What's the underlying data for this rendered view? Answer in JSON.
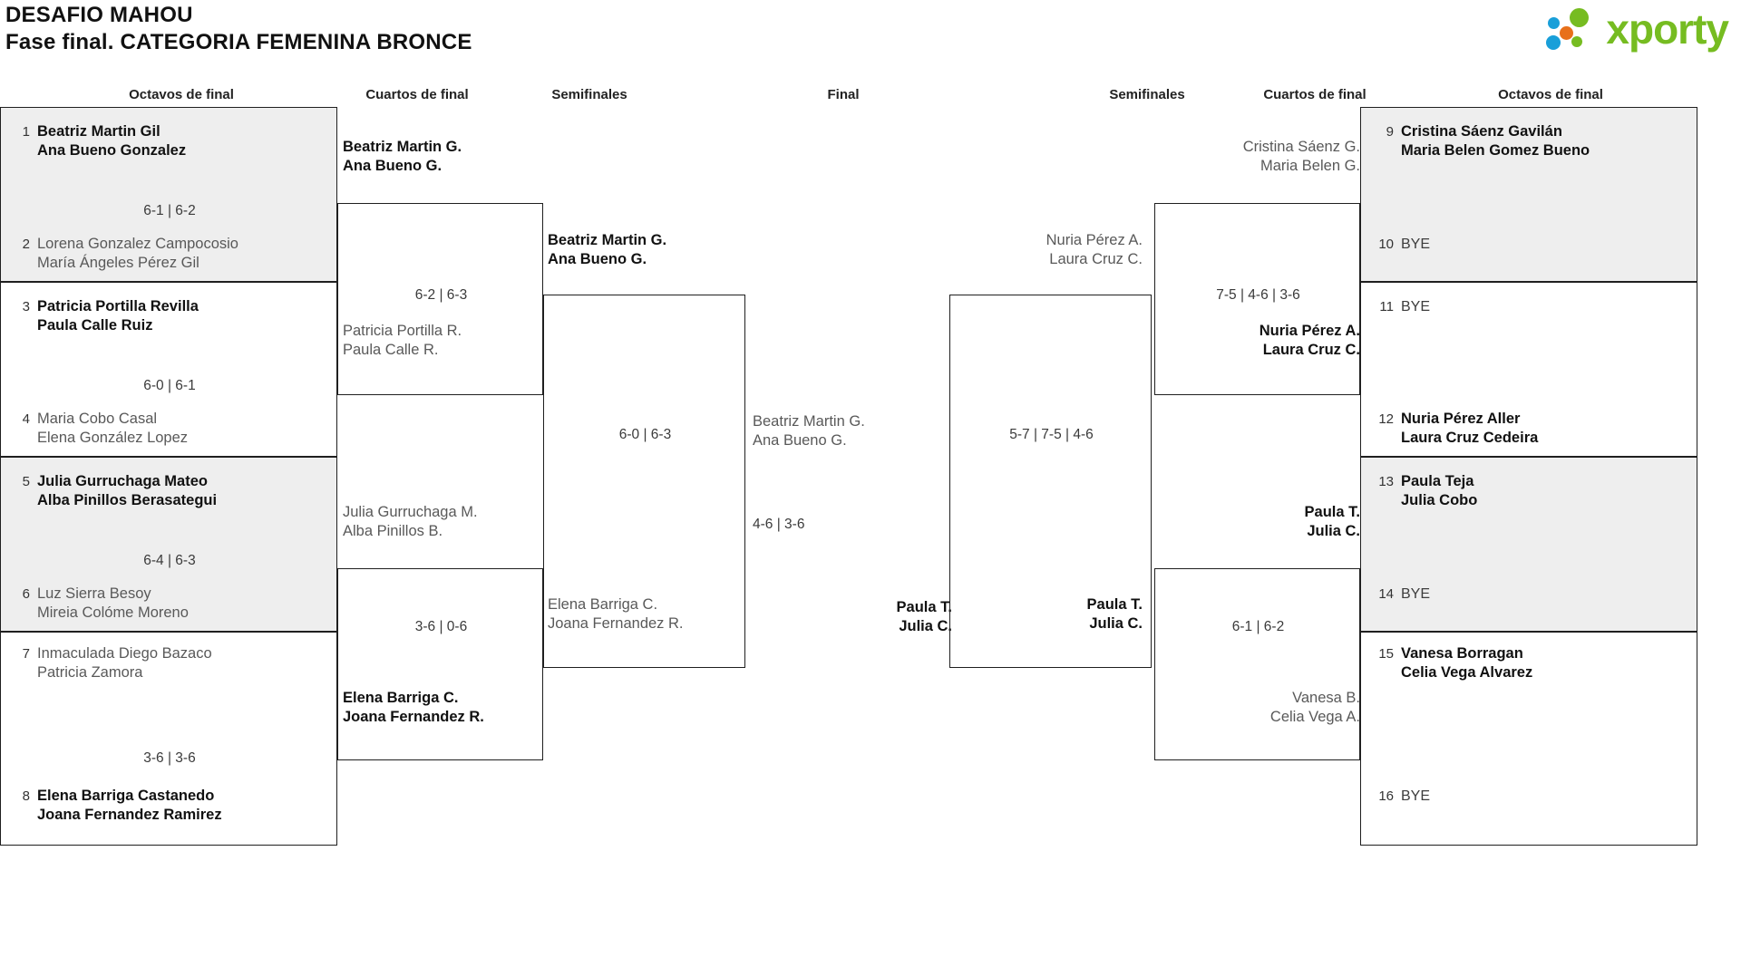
{
  "header": {
    "title_line1": "DESAFIO MAHOU",
    "title_line2": "Fase final. CATEGORIA FEMENINA BRONCE",
    "logo_text": "xporty",
    "logo_colors": {
      "green": "#76bc21",
      "blue": "#199fd9",
      "orange": "#e8701a"
    }
  },
  "round_labels": {
    "left_r16": "Octavos de final",
    "left_qf": "Cuartos de final",
    "left_sf": "Semifinales",
    "final": "Final",
    "right_sf": "Semifinales",
    "right_qf": "Cuartos de final",
    "right_r16": "Octavos de final"
  },
  "left_seeds": [
    {
      "seed": "1",
      "line1": "Beatriz Martin Gil",
      "line2": "Ana Bueno Gonzalez",
      "state": "win",
      "shaded": true
    },
    {
      "seed": "2",
      "line1": "Lorena Gonzalez Campocosio",
      "line2": "María Ángeles Pérez Gil",
      "state": "lose",
      "shaded": true
    },
    {
      "seed": "3",
      "line1": "Patricia Portilla Revilla",
      "line2": "Paula Calle Ruiz",
      "state": "win",
      "shaded": false
    },
    {
      "seed": "4",
      "line1": "Maria Cobo Casal",
      "line2": "Elena González Lopez",
      "state": "lose",
      "shaded": false
    },
    {
      "seed": "5",
      "line1": "Julia Gurruchaga Mateo",
      "line2": "Alba Pinillos Berasategui",
      "state": "win",
      "shaded": true
    },
    {
      "seed": "6",
      "line1": "Luz Sierra Besoy",
      "line2": "Mireia Colóme Moreno",
      "state": "lose",
      "shaded": true
    },
    {
      "seed": "7",
      "line1": "Inmaculada Diego Bazaco",
      "line2": "Patricia Zamora",
      "state": "lose",
      "shaded": false
    },
    {
      "seed": "8",
      "line1": "Elena Barriga Castanedo",
      "line2": "Joana Fernandez Ramirez",
      "state": "win",
      "shaded": false
    }
  ],
  "left_r16_scores": [
    "6-1 | 6-2",
    "6-0 | 6-1",
    "6-4 | 6-3",
    "3-6 | 3-6"
  ],
  "left_qf": [
    {
      "top_line1": "Beatriz Martin G.",
      "top_line2": "Ana Bueno G.",
      "top_state": "win",
      "bottom_line1": "Patricia Portilla R.",
      "bottom_line2": "Paula Calle R.",
      "bottom_state": "lose",
      "score": "6-2 | 6-3"
    },
    {
      "top_line1": "Julia Gurruchaga M.",
      "top_line2": "Alba Pinillos B.",
      "top_state": "lose",
      "bottom_line1": "Elena Barriga C.",
      "bottom_line2": "Joana Fernandez R.",
      "bottom_state": "win",
      "score": "3-6 | 0-6"
    }
  ],
  "left_sf": {
    "top_line1": "Beatriz Martin G.",
    "top_line2": "Ana Bueno G.",
    "top_state": "win",
    "bottom_line1": "Elena Barriga C.",
    "bottom_line2": "Joana Fernandez R.",
    "bottom_state": "lose",
    "score": "6-0 | 6-3"
  },
  "final": {
    "top_line1": "Beatriz Martin G.",
    "top_line2": "Ana Bueno G.",
    "top_state": "lose",
    "bottom_line1": "Paula T.",
    "bottom_line2": "Julia C.",
    "bottom_state": "win",
    "score": "4-6 | 3-6"
  },
  "right_sf": {
    "top_line1": "Nuria Pérez A.",
    "top_line2": "Laura Cruz C.",
    "top_state": "lose",
    "bottom_line1": "Paula T.",
    "bottom_line2": "Julia C.",
    "bottom_state": "win",
    "score": "5-7 | 7-5 | 4-6"
  },
  "right_qf": [
    {
      "top_line1": "Cristina Sáenz G.",
      "top_line2": "Maria Belen G.",
      "top_state": "lose",
      "bottom_line1": "Nuria Pérez A.",
      "bottom_line2": "Laura Cruz C.",
      "bottom_state": "win",
      "score": "7-5 | 4-6 | 3-6"
    },
    {
      "top_line1": "Paula T.",
      "top_line2": "Julia C.",
      "top_state": "win",
      "bottom_line1": "Vanesa B.",
      "bottom_line2": "Celia Vega A.",
      "bottom_state": "lose",
      "score": "6-1 | 6-2"
    }
  ],
  "right_seeds": [
    {
      "seed": "9",
      "line1": "Cristina Sáenz Gavilán",
      "line2": "Maria Belen Gomez Bueno",
      "state": "win",
      "shaded": true
    },
    {
      "seed": "10",
      "line1": "BYE",
      "line2": "",
      "state": "bye",
      "shaded": true
    },
    {
      "seed": "11",
      "line1": "BYE",
      "line2": "",
      "state": "bye",
      "shaded": false
    },
    {
      "seed": "12",
      "line1": "Nuria Pérez Aller",
      "line2": "Laura Cruz Cedeira",
      "state": "win",
      "shaded": false
    },
    {
      "seed": "13",
      "line1": "Paula Teja",
      "line2": "Julia Cobo",
      "state": "win",
      "shaded": true
    },
    {
      "seed": "14",
      "line1": "BYE",
      "line2": "",
      "state": "bye",
      "shaded": true
    },
    {
      "seed": "15",
      "line1": "Vanesa Borragan",
      "line2": "Celia Vega Alvarez",
      "state": "win",
      "shaded": false
    },
    {
      "seed": "16",
      "line1": "BYE",
      "line2": "",
      "state": "bye",
      "shaded": false
    }
  ]
}
